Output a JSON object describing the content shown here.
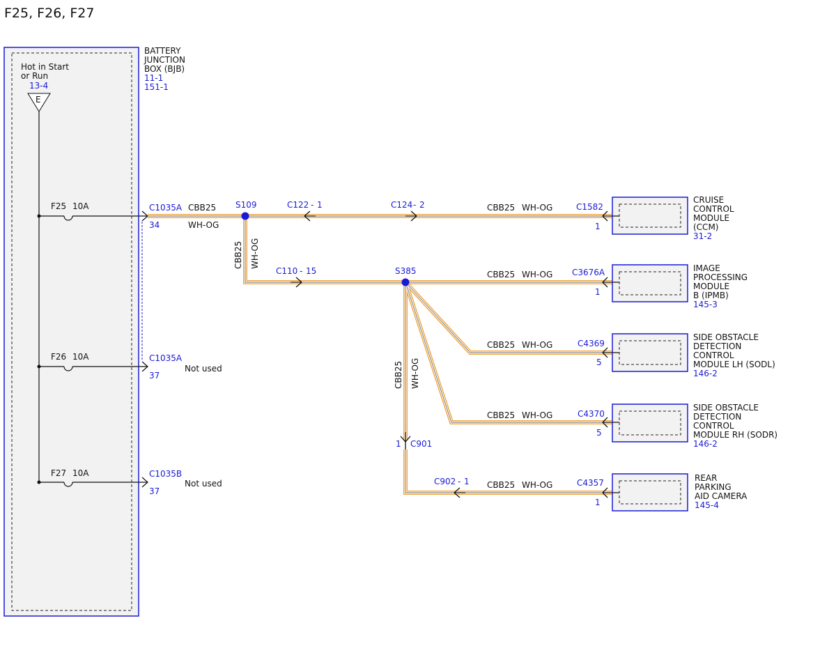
{
  "page_title": "F25, F26, F27",
  "colors": {
    "reference": "#1a1ad6",
    "wire_outer": "#f2a33a",
    "wire_inner": "#ffffff",
    "wire_core": "#6b6b6b",
    "module_fill": "#f2f2f2"
  },
  "bjb": {
    "name_lines": [
      "BATTERY",
      "JUNCTION",
      "BOX (BJB)"
    ],
    "refs": [
      "11-1",
      "151-1"
    ],
    "supply_lines": [
      "Hot in Start",
      "or Run"
    ],
    "supply_ref": "13-4",
    "supply_symbol": "E",
    "fuses": [
      {
        "name": "F25",
        "rating": "10A",
        "connector": "C1035A",
        "pin": "34",
        "note": ""
      },
      {
        "name": "F26",
        "rating": "10A",
        "connector": "C1035A",
        "pin": "37",
        "note": "Not used"
      },
      {
        "name": "F27",
        "rating": "10A",
        "connector": "C1035B",
        "pin": "37",
        "note": "Not used"
      }
    ]
  },
  "wire": {
    "circuit": "CBB25",
    "color": "WH-OG"
  },
  "splices": {
    "s109": "S109",
    "s385": "S385"
  },
  "inline_connectors": {
    "c122": "C122",
    "c122_pin": "1",
    "c124": "C124",
    "c124_pin": "2",
    "c110": "C110",
    "c110_pin": "15",
    "c901": "C901",
    "c901_pin": "1",
    "c902": "C902",
    "c902_pin": "1"
  },
  "modules": [
    {
      "connector": "C1582",
      "pin": "1",
      "name_lines": [
        "CRUISE",
        "CONTROL",
        "MODULE",
        "(CCM)"
      ],
      "ref": "31-2"
    },
    {
      "connector": "C3676A",
      "pin": "1",
      "name_lines": [
        "IMAGE",
        "PROCESSING",
        "MODULE",
        "B (IPMB)"
      ],
      "ref": "145-3"
    },
    {
      "connector": "C4369",
      "pin": "5",
      "name_lines": [
        "SIDE OBSTACLE",
        "DETECTION",
        "CONTROL",
        "MODULE LH (SODL)"
      ],
      "ref": "146-2"
    },
    {
      "connector": "C4370",
      "pin": "5",
      "name_lines": [
        "SIDE OBSTACLE",
        "DETECTION",
        "CONTROL",
        "MODULE RH (SODR)"
      ],
      "ref": "146-2"
    },
    {
      "connector": "C4357",
      "pin": "1",
      "name_lines": [
        "REAR",
        "PARKING",
        "AID CAMERA"
      ],
      "ref": "145-4"
    }
  ]
}
